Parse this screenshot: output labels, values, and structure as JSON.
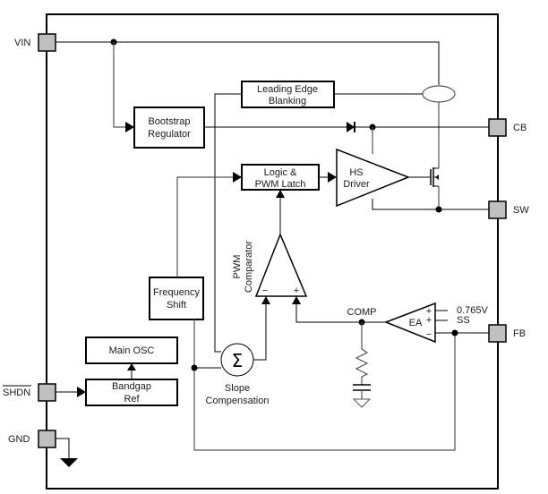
{
  "diagram": {
    "pins": {
      "vin": "VIN",
      "shdn": "SHDN",
      "gnd": "GND",
      "cb": "CB",
      "sw": "SW",
      "fb": "FB"
    },
    "blocks": {
      "bootstrap_line1": "Bootstrap",
      "bootstrap_line2": "Regulator",
      "leb_line1": "Leading Edge",
      "leb_line2": "Blanking",
      "logic_line1": "Logic &",
      "logic_line2": "PWM Latch",
      "hs_line1": "HS",
      "hs_line2": "Driver",
      "freq_line1": "Frequency",
      "freq_line2": "Shift",
      "main_osc": "Main OSC",
      "bandgap_line1": "Bandgap",
      "bandgap_line2": "Ref",
      "pwm_comp_line1": "PWM",
      "pwm_comp_line2": "Comparator",
      "summer_symbol": "Σ",
      "slope_line1": "Slope",
      "slope_line2": "Compensation",
      "ea": "EA"
    },
    "signals": {
      "comp": "COMP",
      "vref": "0.765V",
      "ss": "SS",
      "plus": "+",
      "minus": "−"
    }
  }
}
